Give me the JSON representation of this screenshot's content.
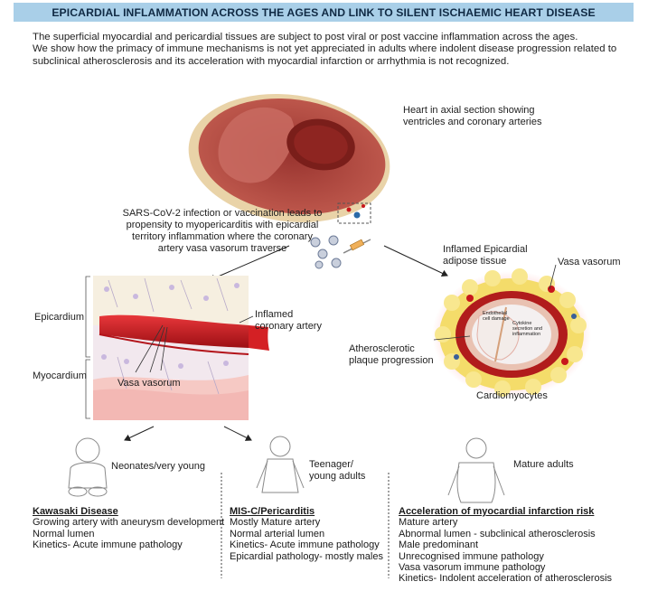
{
  "title": "EPICARDIAL INFLAMMATION ACROSS THE AGES AND LINK TO SILENT ISCHAEMIC HEART DISEASE",
  "intro_lines": [
    "The superficial myocardial and pericardial tissues are subject to post viral or post vaccine inflammation across the ages.",
    "We show how the primacy of immune mechanisms is not yet appreciated in adults where indolent disease progression related to",
    "subclinical atherosclerosis and its acceleration with myocardial infarction or arrhythmia  is not recognized."
  ],
  "heart_caption": [
    "Heart in axial section showing",
    "ventricles and coronary arteries"
  ],
  "sars_caption": [
    "SARS-CoV-2 infection or vaccination leads to",
    "propensity to myopericarditis with epicardial",
    "territory inflammation where the coronary",
    "artery vasa vasorum traverse"
  ],
  "left_panel": {
    "epicardium": "Epicardium",
    "myocardium": "Myocardium",
    "inflamed_artery": [
      "Inflamed",
      "coronary artery"
    ],
    "vasa_vasorum": "Vasa vasorum"
  },
  "right_panel": {
    "adipose": [
      "Inflamed Epicardial",
      "adipose tissue"
    ],
    "vasa_vasorum": "Vasa vasorum",
    "endothelial": [
      "Endothelial",
      "cell damage"
    ],
    "cytokine": [
      "Cytokine",
      "secretion and",
      "inflammation"
    ],
    "plaque": [
      "Atherosclerotic",
      "plaque progression"
    ],
    "cardiomyocytes": "Cardiomyocytes"
  },
  "ages": {
    "neonates": "Neonates/very young",
    "teenager": [
      "Teenager/",
      "young adults"
    ],
    "mature": "Mature adults"
  },
  "columns": [
    {
      "heading": "Kawasaki Disease",
      "lines": [
        "Growing artery with aneurysm development",
        "Normal lumen",
        "Kinetics- Acute immune pathology"
      ]
    },
    {
      "heading": "MIS-C/Pericarditis",
      "lines": [
        "Mostly Mature artery",
        "Normal arterial lumen",
        "Kinetics- Acute immune pathology",
        "Epicardial pathology- mostly males"
      ]
    },
    {
      "heading": "Acceleration of myocardial infarction risk",
      "lines": [
        "Mature artery",
        "Abnormal lumen - subclinical atherosclerosis",
        "Male predominant",
        "Unrecognised immune pathology",
        "Vasa vasorum immune pathology",
        "Kinetics- Indolent acceleration of atherosclerosis"
      ]
    }
  ],
  "colors": {
    "title_bar": "#a9cfe8",
    "myocardium": "#b8524a",
    "heart_outline": "#e9d3a8",
    "artery_red": "#c8161c",
    "adipose_yellow": "#f4dc6a"
  }
}
